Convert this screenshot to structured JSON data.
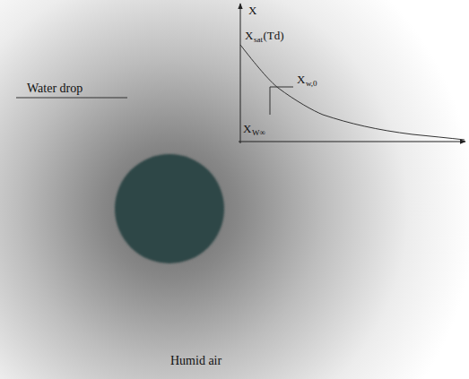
{
  "diagram": {
    "labels": [
      "X",
      "X",
      "sat",
      "(Td)",
      "X",
      "w,0",
      "X",
      "W∞",
      "Water drop",
      "Humid air"
    ]
  }
}
